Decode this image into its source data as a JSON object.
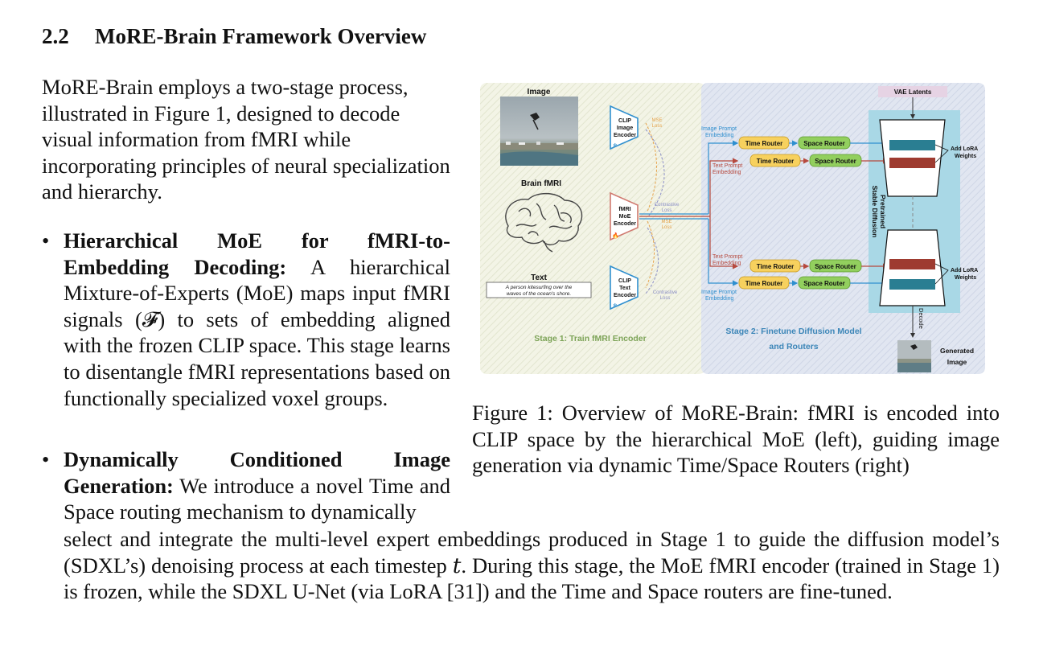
{
  "section": {
    "number": "2.2",
    "title": "MoRE-Brain Framework Overview"
  },
  "intro": "MoRE-Brain employs a two-stage process, illustrated in Figure 1, designed to decode visual information from fMRI while incorporating principles of neural specialization and hierarchy.",
  "bullets": [
    {
      "bullet": "•",
      "bold": "Hierarchical MoE for fMRI-to-Embedding Decoding:",
      "text": " A hierarchical Mixture-of-Experts (MoE) maps input fMRI signals (𝓕) to sets of embedding aligned with the frozen CLIP space. This stage learns to disentangle fMRI representations based on functionally specialized voxel groups."
    },
    {
      "bullet": "•",
      "bold": "Dynamically Conditioned Image Generation:",
      "text": " We introduce a novel Time and Space routing mechanism to dynamically",
      "continuation": "select and integrate the multi-level expert embeddings produced in Stage 1 to guide the diffusion model’s (SDXL’s) denoising process at each timestep 𝑡. During this stage, the MoE fMRI encoder (trained in Stage 1) is frozen, while the SDXL U-Net (via LoRA [31]) and the Time and Space routers are fine-tuned."
    }
  ],
  "figure": {
    "caption": "Figure 1: Overview of MoRE-Brain: fMRI is encoded into CLIP space by the hierarchical MoE (left), guiding image generation via dynamic Time/Space Routers (right)",
    "stage1_label": "Stage 1: Train fMRI Encoder",
    "stage2_label_1": "Stage 2: Finetune Diffusion Model",
    "stage2_label_2": "and Routers",
    "image_label": "Image",
    "brain_label": "Brain fMRI",
    "text_label": "Text",
    "text_caption_1": "A person kitesurfing over the",
    "text_caption_2": "waves of the ocean's shore.",
    "clip_image_1": "CLIP",
    "clip_image_2": "Image",
    "clip_image_3": "Encoder",
    "fmri_enc_1": "fMRI",
    "fmri_enc_2": "MoE",
    "fmri_enc_3": "Encoder",
    "clip_text_1": "CLIP",
    "clip_text_2": "Text",
    "clip_text_3": "Encoder",
    "mse_loss_1": "MSE",
    "mse_loss_2": "Loss",
    "contrastive_1": "Contrastive",
    "contrastive_2": "Loss",
    "img_prompt_1": "Image Prompt",
    "img_prompt_2": "Embedding",
    "txt_prompt_1": "Text Prompt",
    "txt_prompt_2": "Embedding",
    "time_router": "Time Router",
    "space_router": "Space Router",
    "vae_latents": "VAE Latents",
    "add_lora_1": "Add LoRA",
    "add_lora_2": "Weights",
    "pretrained_sd_1": "Pretrained",
    "pretrained_sd_2": "Stable Diffusion",
    "decode": "Decode",
    "generated_1": "Generated",
    "generated_2": "Image",
    "colors": {
      "stage1_bg": "#f1f3e2",
      "stage2_bg": "#dde3f0",
      "diffusion_bg": "#a9d8e6",
      "router_time": "#f7d15e",
      "router_space": "#92cf5e",
      "blue": "#2f8fcf",
      "red": "#b6493e",
      "teal": "#2a7e92",
      "maroon": "#9e3b30",
      "green_label": "#7da458",
      "blue_label": "#3c86b8"
    }
  }
}
